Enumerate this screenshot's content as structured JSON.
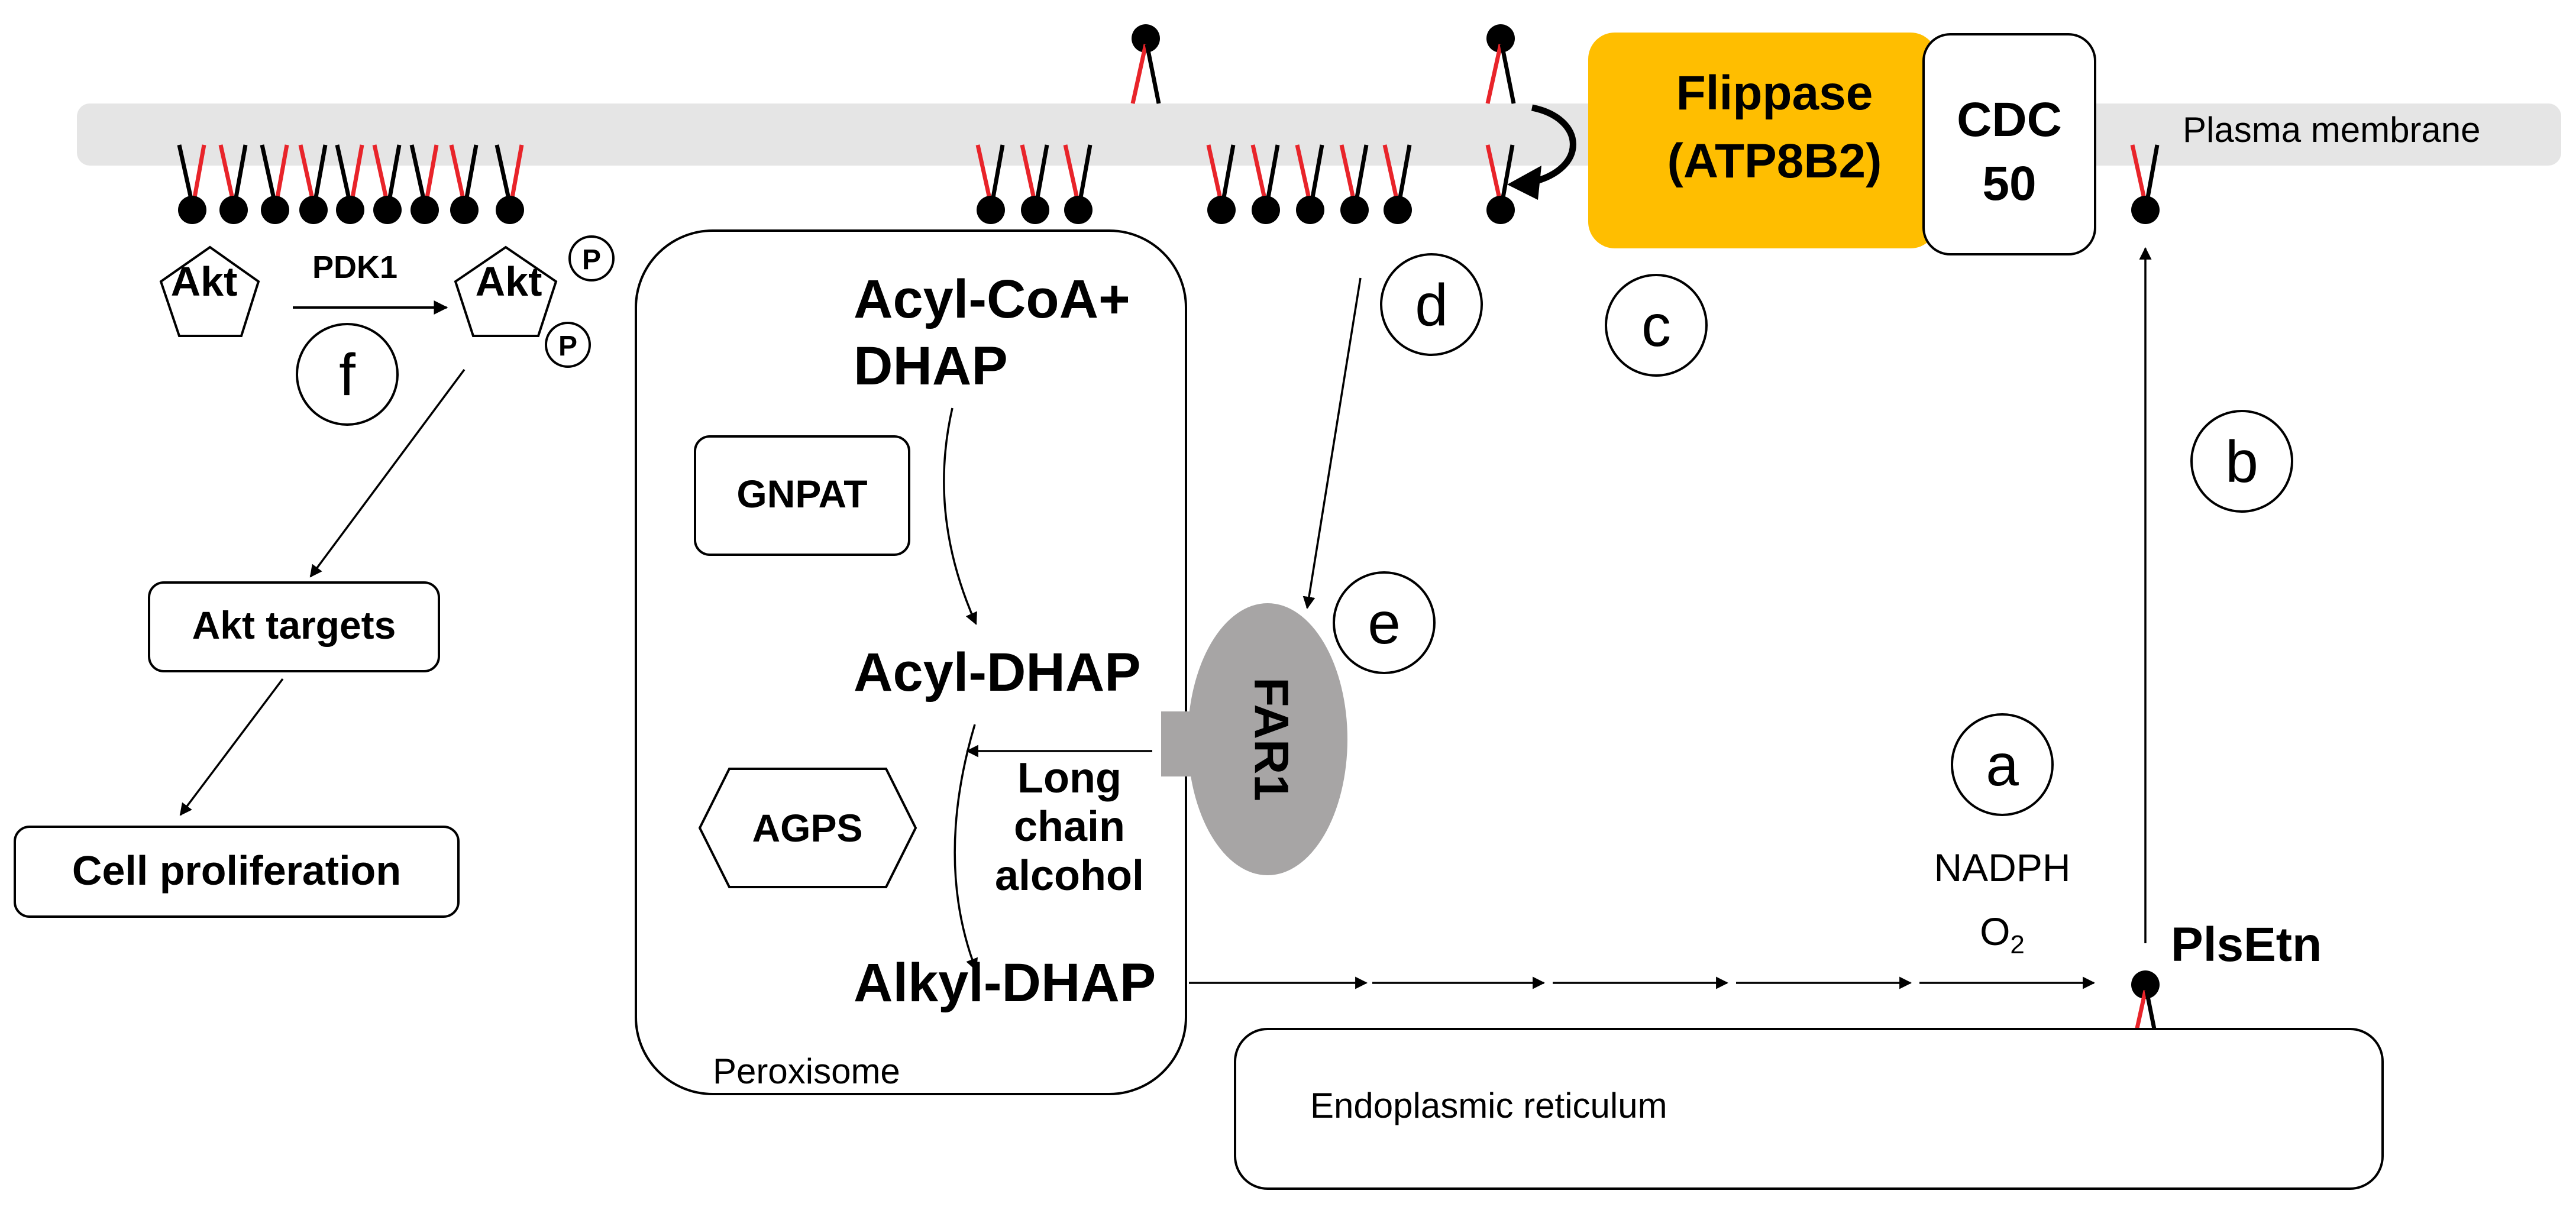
{
  "membrane": {
    "label": "Plasma membrane"
  },
  "flippase": {
    "line1": "Flippase",
    "line2": "(ATP8B2)",
    "color": "#FFBE00"
  },
  "cdc50": {
    "line1": "CDC",
    "line2": "50"
  },
  "akt": {
    "label": "Akt",
    "phospho_label": "Akt",
    "kinase_label": "PDK1",
    "phospho_marker": "P",
    "targets_label": "Akt targets",
    "proliferation_label": "Cell proliferation"
  },
  "peroxisome": {
    "label": "Peroxisome",
    "substrate_line1": "Acyl-CoA+",
    "substrate_line2": "DHAP",
    "gnpat_label": "GNPAT",
    "acyl_dhap_label": "Acyl-DHAP",
    "agps_label": "AGPS",
    "alcohol_line1": "Long",
    "alcohol_line2": "chain",
    "alcohol_line3": "alcohol",
    "alkyl_dhap_label": "Alkyl-DHAP"
  },
  "far1": {
    "label": "FAR1",
    "color": "#A7A5A5"
  },
  "er": {
    "label": "Endoplasmic reticulum",
    "cofactor1": "NADPH",
    "cofactor2_main": "O",
    "cofactor2_sub": "2",
    "product_label": "PlsEtn"
  },
  "steps": {
    "a": "a",
    "b": "b",
    "c": "c",
    "d": "d",
    "e": "e",
    "f": "f"
  },
  "colors": {
    "membrane": "#E5E5E5",
    "alkenyl_tail": "#E8242A",
    "acyl_tail": "#000000"
  }
}
